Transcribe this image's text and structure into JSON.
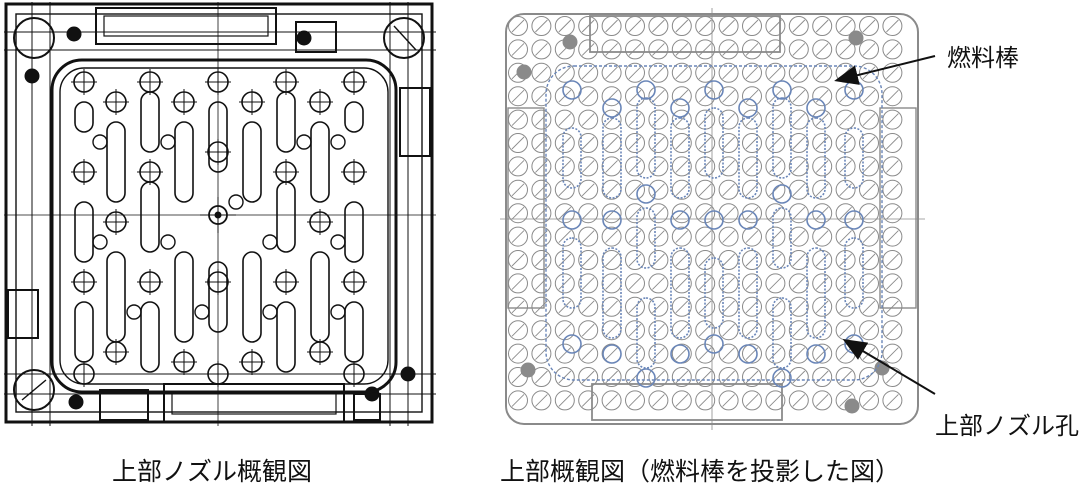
{
  "captions": {
    "left": "上部ノズル概観図",
    "right": "上部概観図（燃料棒を投影した図）"
  },
  "callouts": {
    "fuel_rod": "燃料棒",
    "nozzle_hole": "上部ノズル孔"
  },
  "colors": {
    "drawing_line": "#111111",
    "fuel_rod_grid": "#8a8a8a",
    "nozzle_projection": "#6a86b8",
    "background": "#ffffff"
  }
}
